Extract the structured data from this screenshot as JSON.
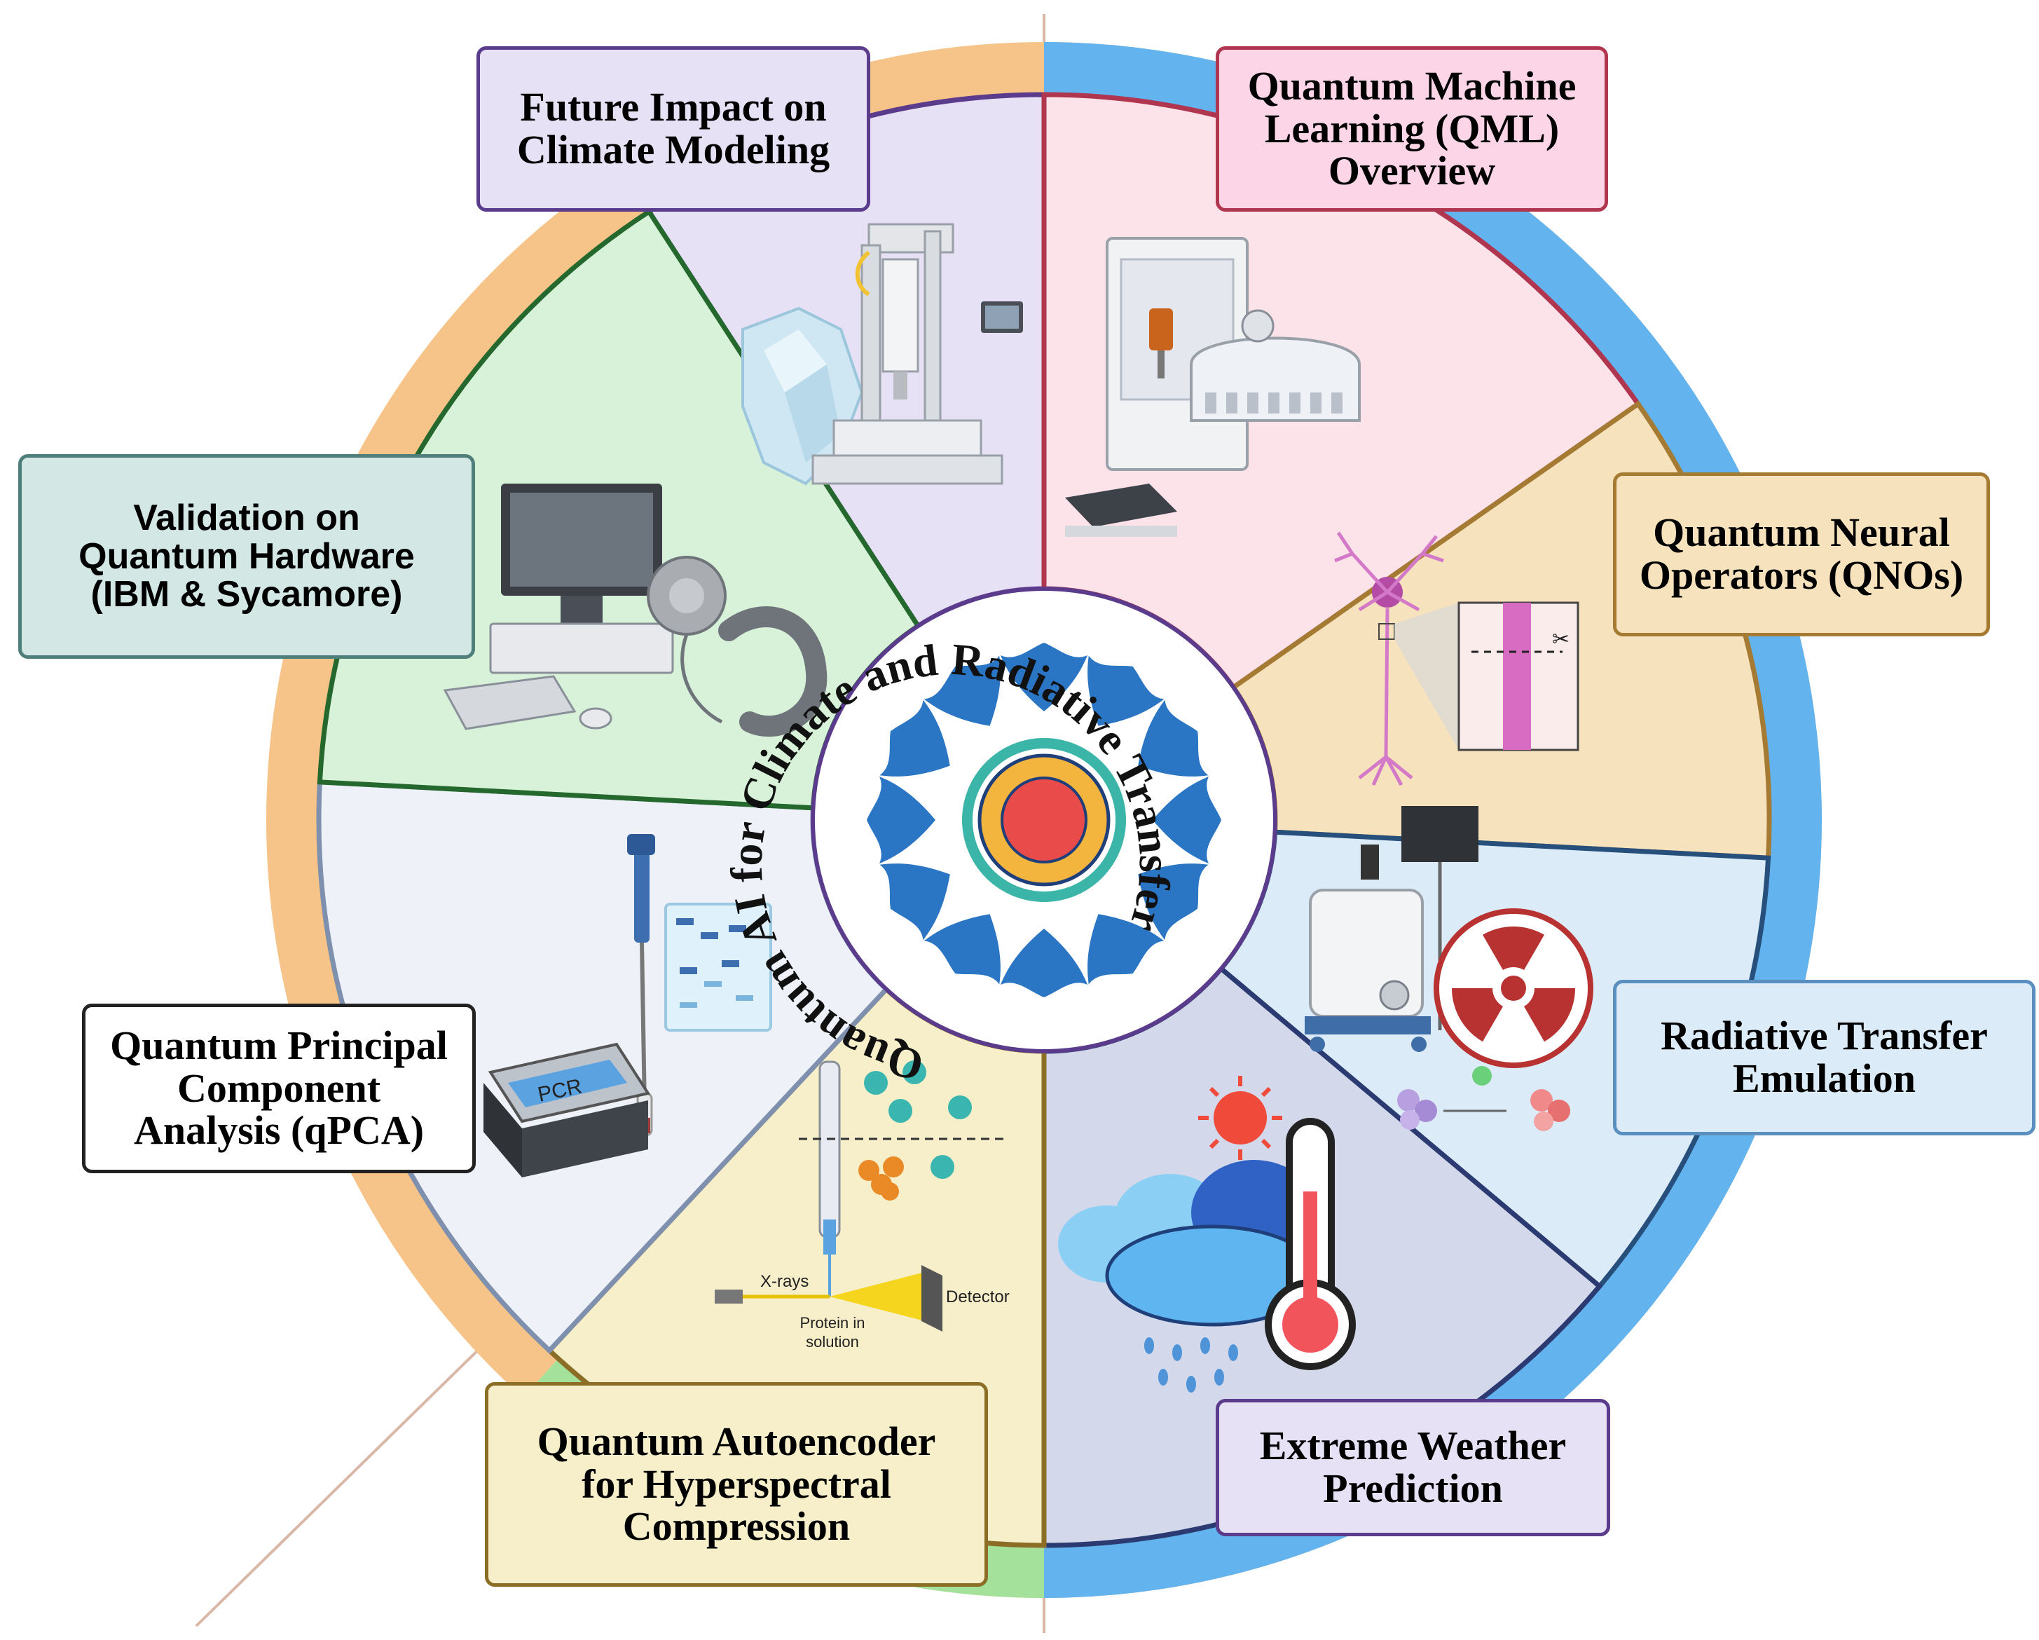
{
  "center_title": "Quantum AI for Climate and Radiative Transfer",
  "segments": [
    {
      "id": "future",
      "lines": [
        "Future Impact on",
        "Climate Modeling"
      ],
      "icon": "cnc-machine-and-iceberg-icon"
    },
    {
      "id": "qml",
      "lines": [
        "Quantum Machine",
        "Learning (QML)",
        "Overview"
      ],
      "icon": "autosampler-instrument-icon"
    },
    {
      "id": "qno",
      "lines": [
        "Quantum Neural",
        "Operators (QNOs)"
      ],
      "icon": "neuron-icon"
    },
    {
      "id": "rte",
      "lines": [
        "Radiative Transfer",
        "Emulation"
      ],
      "icon": "radiation-symbol-icon"
    },
    {
      "id": "weather",
      "lines": [
        "Extreme Weather",
        "Prediction"
      ],
      "icon": "weather-thermometer-icon"
    },
    {
      "id": "qae",
      "lines": [
        "Quantum Autoencoder",
        "for Hyperspectral",
        "Compression"
      ],
      "icon": "xray-scattering-icon"
    },
    {
      "id": "qpca",
      "lines": [
        "Quantum Principal",
        "Component",
        "Analysis (qPCA)"
      ],
      "icon": "pcr-machine-icon"
    },
    {
      "id": "hardware",
      "lines": [
        "Validation on",
        "Quantum Hardware",
        "(IBM & Sycamore)"
      ],
      "icon": "computer-workstation-icon"
    }
  ],
  "illustration_text": {
    "xrays": "X-rays",
    "detector": "Detector",
    "protein_line1": "Protein in",
    "protein_line2": "solution",
    "pcr": "PCR"
  },
  "colors": {
    "future_fill": "#e6e1f5",
    "future_border": "#5b3b8c",
    "qml_fill": "#fce3ea",
    "qml_border": "#b0354f",
    "qno_fill": "#f6e2bd",
    "qno_border": "#a57a32",
    "rte_fill": "#dcebf8",
    "rte_border": "#274f7c",
    "weather_fill": "#d3d9ea",
    "weather_border": "#2c3a72",
    "qae_fill": "#f6efc9",
    "qae_border": "#8b6d25",
    "qpca_fill": "#eef2f8",
    "qpca_border": "#7e90ad",
    "hardware_fill": "#d7f2d8",
    "hardware_border": "#24682d",
    "ring_orange": "#f6c389",
    "ring_blue": "#62b3ee",
    "ring_green": "#a4e29c"
  }
}
